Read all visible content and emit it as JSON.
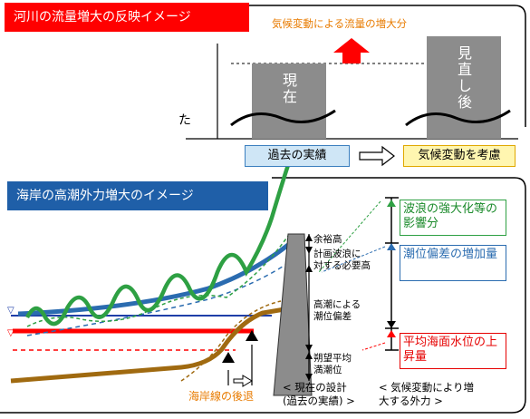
{
  "river": {
    "title": "河川の流量増大の反映イメージ",
    "increase_label": "気候変動による流量の増大分",
    "present_label": "現在",
    "future_label": "見直し後",
    "past_box": "過去の実績",
    "future_box": "気候変動を考慮",
    "left_fragment": "た"
  },
  "coast": {
    "title": "海岸の高潮外力増大のイメージ",
    "labels": {
      "margin": "余裕高",
      "wave_need_1": "計画波浪に",
      "wave_need_2": "対する必要高",
      "surge_1": "高潮による",
      "surge_2": "潮位偏差",
      "spring_1": "朔望平均",
      "spring_2": "満潮位"
    },
    "wave_box": "波浪の強大化等の影響分",
    "tide_box": "潮位偏差の増加量",
    "sea_box": "平均海面水位の上昇量",
    "retreat": "海岸線の後退",
    "current_design_1": "< 現在の設計",
    "current_design_2": "(過去の実績) >",
    "climate_1": "< 気候変動により増",
    "climate_2": "大する外力 >"
  },
  "colors": {
    "red": "#ff0000",
    "navy": "#1f5fa8",
    "gray": "#8c8c8c",
    "green": "#2ea043",
    "blue": "#2b6cb0",
    "brown": "#a06a10",
    "orange_text": "#e87b00"
  }
}
